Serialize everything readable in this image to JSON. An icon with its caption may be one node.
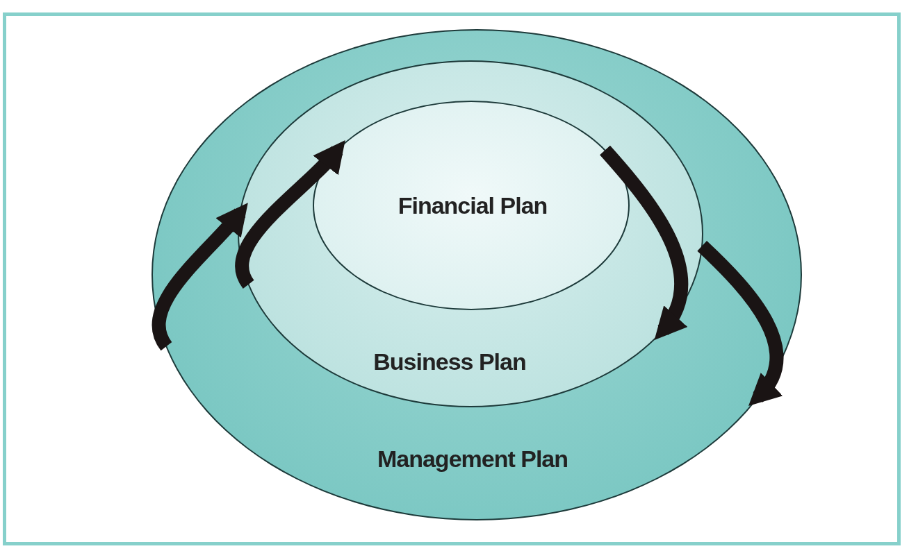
{
  "diagram": {
    "nodes": [
      {
        "text": [
          "Management Plan"
        ]
      },
      {
        "text": [
          "Business Plan"
        ],
        "in": 0
      },
      {
        "text": [
          "Financial Plan"
        ],
        "in": 1
      }
    ],
    "edges": [
      {
        "from": 0,
        "to": 1,
        "arrow": "to"
      },
      {
        "from": 1,
        "to": 2,
        "arrow": "to"
      },
      {
        "from": 2,
        "to": 1,
        "arrow": "to"
      },
      {
        "from": 1,
        "to": 0,
        "arrow": "to"
      }
    ]
  }
}
